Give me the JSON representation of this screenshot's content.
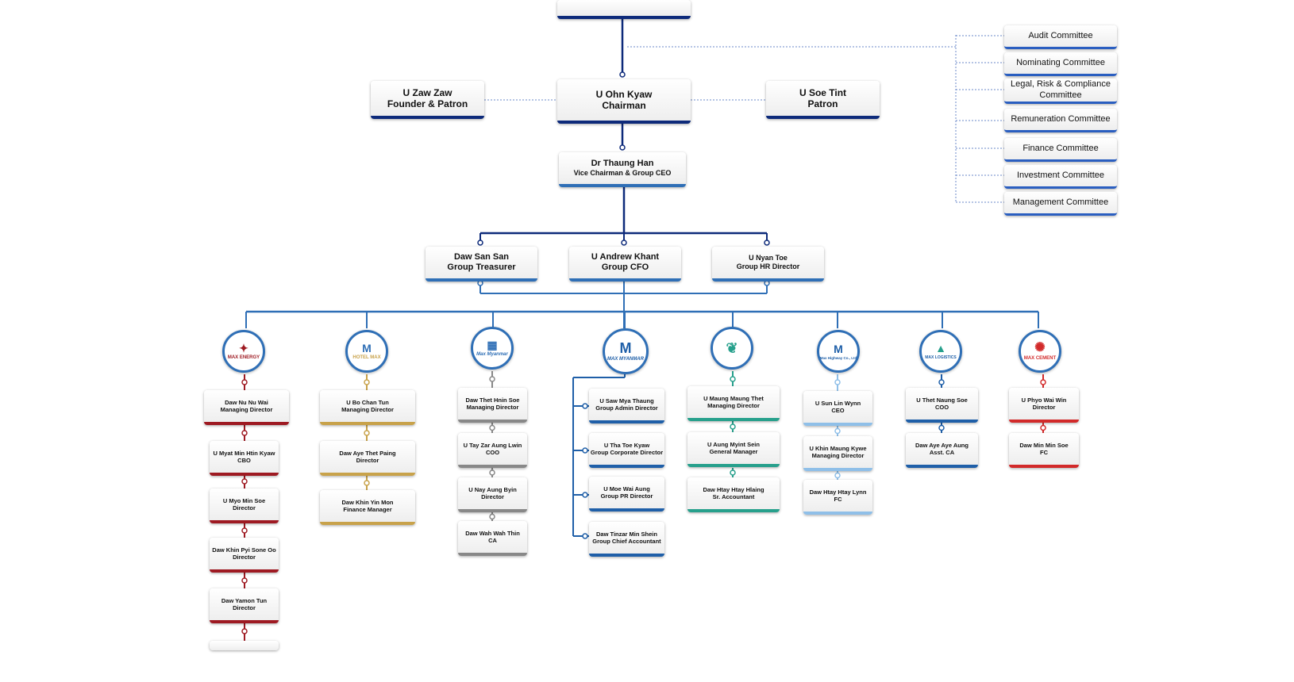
{
  "top": {
    "chairman": {
      "name": "U Ohn Kyaw",
      "title": "Chairman"
    },
    "founder": {
      "name": "U Zaw Zaw",
      "title": "Founder & Patron"
    },
    "patron": {
      "name": "U Soe Tint",
      "title": "Patron"
    },
    "ceo": {
      "name": "Dr Thaung Han",
      "title": "Vice Chairman & Group CEO"
    }
  },
  "committees": [
    {
      "label": "Audit Committee"
    },
    {
      "label": "Nominating Committee"
    },
    {
      "label": "Legal, Risk & Compliance Committee"
    },
    {
      "label": "Remuneration Committee"
    },
    {
      "label": "Finance Committee"
    },
    {
      "label": "Investment Committee"
    },
    {
      "label": "Management Committee"
    }
  ],
  "executives": [
    {
      "name": "Daw San San",
      "title": "Group Treasurer"
    },
    {
      "name": "U Andrew Khant",
      "title": "Group CFO"
    },
    {
      "name": "U Nyan Toe",
      "title": "Group HR Director"
    }
  ],
  "colors": {
    "line": "#2f6fb6",
    "dark_line": "#0d2a7a",
    "energy": "#9e1a22",
    "hotel": "#c8a24a",
    "construction": "#888888",
    "myanmar": "#1f5fa8",
    "maung": "#27a08c",
    "highway": "#8fbfe8",
    "logistics": "#1f5fa8",
    "cement": "#d22a2a"
  },
  "companies": [
    {
      "logo": {
        "text": "MAX ENERGY",
        "icon": "max-energy-icon",
        "symbol": "✦"
      },
      "color": "#9e1a22",
      "people": [
        {
          "name": "Daw Nu Nu Wai",
          "title": "Managing Director"
        },
        {
          "name": "U Myat Min Htin Kyaw",
          "title": "CBO"
        },
        {
          "name": "U Myo Min Soe",
          "title": "Director"
        },
        {
          "name": "Daw Khin Pyi Sone Oo",
          "title": "Director"
        },
        {
          "name": "Daw Yamon Tun",
          "title": "Director"
        }
      ]
    },
    {
      "logo": {
        "text": "HOTEL MAX",
        "icon": "hotel-max-icon",
        "symbol": "M"
      },
      "color": "#c8a24a",
      "people": [
        {
          "name": "U Bo Chan Tun",
          "title": "Managing Director"
        },
        {
          "name": "Daw Aye Thet Paing",
          "title": "Director"
        },
        {
          "name": "Daw Khin Yin Mon",
          "title": "Finance Manager"
        }
      ]
    },
    {
      "logo": {
        "text": "Max Myanmar",
        "icon": "max-myanmar-construction-icon",
        "symbol": "▦"
      },
      "color": "#888888",
      "people": [
        {
          "name": "Daw Thet Hnin Soe",
          "title": "Managing Director"
        },
        {
          "name": "U Tay Zar Aung Lwin",
          "title": "COO"
        },
        {
          "name": "U Nay Aung Byin",
          "title": "Director"
        },
        {
          "name": "Daw Wah Wah Thin",
          "title": "CA"
        }
      ]
    },
    {
      "logo": {
        "text": "MAX MYANMAR",
        "icon": "max-myanmar-icon",
        "symbol": "M"
      },
      "color": "#1f5fa8",
      "people": [
        {
          "name": "U Saw Mya Thaung",
          "title": "Group Admin Director"
        },
        {
          "name": "U Tha Toe Kyaw",
          "title": "Group Corporate Director"
        },
        {
          "name": "U Moe Wai Aung",
          "title": "Group PR Director"
        },
        {
          "name": "Daw Tinzar Min Shein",
          "title": "Group Chief Accountant"
        }
      ]
    },
    {
      "logo": {
        "text": "",
        "icon": "leaf-logo-icon",
        "symbol": "❦"
      },
      "color": "#27a08c",
      "people": [
        {
          "name": "U Maung Maung Thet",
          "title": "Managing Director"
        },
        {
          "name": "U Aung Myint Sein",
          "title": "General Manager"
        },
        {
          "name": "Daw Htay Htay Hlaing",
          "title": "Sr. Accountant"
        }
      ]
    },
    {
      "logo": {
        "text": "Max Highway Co., Ltd",
        "icon": "max-highway-icon",
        "symbol": "M"
      },
      "color": "#8fbfe8",
      "people": [
        {
          "name": "U Sun Lin Wynn",
          "title": "CEO"
        },
        {
          "name": "U Khin Maung Kywe",
          "title": "Managing Director"
        },
        {
          "name": "Daw Htay Htay Lynn",
          "title": "FC"
        }
      ]
    },
    {
      "logo": {
        "text": "MAX LOGISTICS",
        "icon": "max-logistics-icon",
        "symbol": "▲"
      },
      "color": "#1f5fa8",
      "people": [
        {
          "name": "U Thet Naung Soe",
          "title": "COO"
        },
        {
          "name": "Daw Aye Aye Aung",
          "title": "Asst. CA"
        }
      ]
    },
    {
      "logo": {
        "text": "MAX CEMENT",
        "icon": "max-cement-icon",
        "symbol": "✺"
      },
      "color": "#d22a2a",
      "people": [
        {
          "name": "U Phyo Wai Win",
          "title": "Director"
        },
        {
          "name": "Daw Min Min Soe",
          "title": "FC"
        }
      ]
    }
  ]
}
